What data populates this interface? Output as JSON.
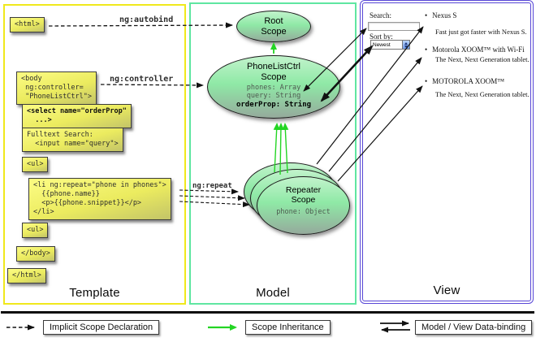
{
  "template": {
    "label": "Template",
    "boxes": [
      {
        "name": "html-open-tag",
        "text": "<html>"
      },
      {
        "name": "body-open-tag",
        "text": "<body\n ng:controller=\n \"PhoneListCtrl\">"
      },
      {
        "name": "select-tag",
        "text": "<select name=\"orderProp\"\n  ...>"
      },
      {
        "name": "fulltext-search",
        "text": "Fulltext Search:\n  <input name=\"query\">"
      },
      {
        "name": "ul-open-tag",
        "text": "<ul>"
      },
      {
        "name": "li-repeat-tag",
        "text": "<li ng:repeat=\"phone in phones\">\n  {{phone.name}}\n  <p>{{phone.snippet}}</p>\n</li>"
      },
      {
        "name": "ul-close-tag",
        "text": "<ul>"
      },
      {
        "name": "body-close-tag",
        "text": "</body>"
      },
      {
        "name": "html-close-tag",
        "text": "</html>"
      }
    ]
  },
  "arrows": {
    "autobind": "ng:autobind",
    "controller": "ng:controller",
    "repeat": "ng:repeat"
  },
  "model": {
    "label": "Model",
    "root_title": "Root\nScope",
    "ctrl_title": "PhoneListCtrl\nScope",
    "ctrl_props": [
      "phones: Array",
      "query: String"
    ],
    "ctrl_prop_bold": "orderProp: String",
    "repeater_title": "Repeater\nScope",
    "repeater_prop": "phone: Object"
  },
  "view": {
    "label": "View",
    "search_label": "Search:",
    "sort_label": "Sort by:",
    "sort_value": "Newest",
    "items": [
      {
        "name": "Nexus S",
        "desc": "Fast just got faster with Nexus S."
      },
      {
        "name": "Motorola XOOM™ with Wi-Fi",
        "desc": "The Next, Next Generation tablet."
      },
      {
        "name": "MOTOROLA XOOM™",
        "desc": "The Next, Next Generation tablet."
      }
    ],
    "bullet": "•"
  },
  "legend": {
    "implicit": "Implicit Scope Declaration",
    "inheritance": "Scope Inheritance",
    "binding": "Model / View Data-binding"
  },
  "colors": {
    "template_border": "#f0e81c",
    "model_border": "#5fe6a1",
    "view_border": "#5746d6",
    "inheritance_green": "#23d523",
    "code_box_yellow": "#f2f266",
    "scope_fill_top": "#c2f3cc",
    "scope_fill_bottom": "#95aa9c"
  }
}
